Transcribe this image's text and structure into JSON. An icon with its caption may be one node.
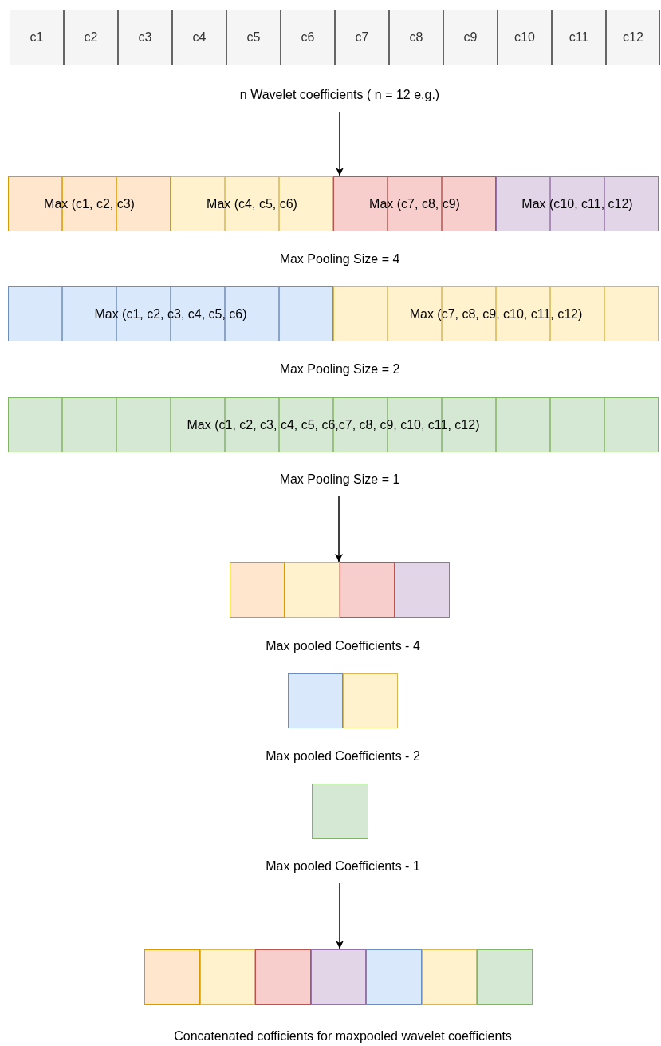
{
  "diagram": {
    "nodes": [
      {
        "text": [
          "c1"
        ]
      },
      {
        "text": [
          "c2"
        ]
      },
      {
        "text": [
          "c3"
        ]
      },
      {
        "text": [
          "c4"
        ]
      },
      {
        "text": [
          "c5"
        ]
      },
      {
        "text": [
          "c6"
        ]
      },
      {
        "text": [
          "c7"
        ]
      },
      {
        "text": [
          "c8"
        ]
      },
      {
        "text": [
          "c9"
        ]
      },
      {
        "text": [
          "c10"
        ]
      },
      {
        "text": [
          "c11"
        ]
      },
      {
        "text": [
          "c12"
        ]
      },
      {
        "text": [
          "n Wavelet coefficients ( n = 12 e.g.)"
        ]
      },
      {
        "text": [
          "Max (c1, c2, c3)"
        ]
      },
      {
        "text": [
          "Max (c4, c5, c6)"
        ]
      },
      {
        "text": [
          "Max (c7, c8, c9)"
        ]
      },
      {
        "text": [
          "Max (c10, c11, c12)"
        ]
      },
      {
        "text": [
          "Max (c1, c2, c3, c4, c5, c6)"
        ]
      },
      {
        "text": [
          "Max (c7, c8, c9, c10, c11, c12)"
        ]
      },
      {
        "text": [
          "Max (c1, c2, c3, c4, c5, c6,c7, c8, c9, c10, c11, c12)"
        ]
      },
      {
        "text": [
          "Max Pooling Size = 1"
        ]
      },
      {
        "text": [],
        "shape": "box"
      },
      {
        "text": [],
        "shape": "box"
      },
      {
        "text": [],
        "shape": "box"
      },
      {
        "text": [],
        "shape": "box"
      },
      {
        "text": [],
        "shape": "box"
      },
      {
        "text": [],
        "shape": "box"
      },
      {
        "text": [],
        "shape": "box"
      },
      {
        "text": [
          "Max pooled Coefficients - 1"
        ]
      },
      {
        "text": [],
        "shape": "box"
      },
      {
        "text": [],
        "shape": "box"
      },
      {
        "text": [],
        "shape": "box"
      },
      {
        "text": [],
        "shape": "box"
      },
      {
        "text": [],
        "shape": "box"
      },
      {
        "text": [],
        "shape": "box"
      },
      {
        "text": [],
        "shape": "box"
      }
    ],
    "edges": [
      {
        "from": 12,
        "to": 14,
        "arrow": "to"
      },
      {
        "from": 20,
        "to": 22,
        "arrow": "to"
      },
      {
        "from": 28,
        "to": 32,
        "arrow": "to"
      }
    ],
    "labels": [
      "Max Pooling Size = 4",
      "Max Pooling Size = 2",
      "Max pooled Coefficients - 4",
      "Max pooled Coefficients - 2",
      "Concatenated cofficients for maxpooled wavelet coefficients"
    ]
  }
}
